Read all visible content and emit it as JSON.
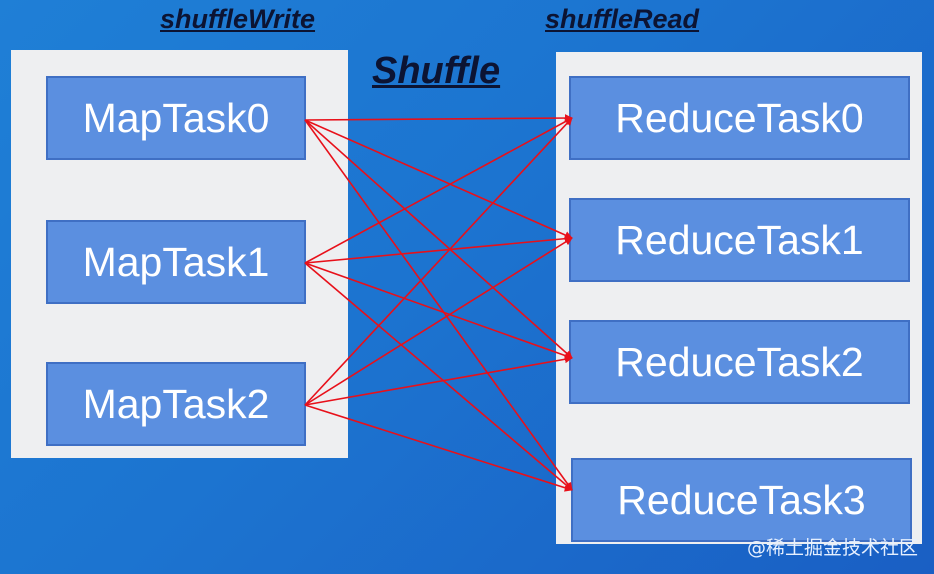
{
  "headings": {
    "write": "shuffleWrite",
    "read": "shuffleRead",
    "shuffle": "Shuffle"
  },
  "map_tasks": [
    "MapTask0",
    "MapTask1",
    "MapTask2"
  ],
  "reduce_tasks": [
    "ReduceTask0",
    "ReduceTask1",
    "ReduceTask2",
    "ReduceTask3"
  ],
  "edges": "all-to-all",
  "colors": {
    "background": "#1c74d0",
    "panel": "#eeeff1",
    "task_box": "#5b8fe0",
    "arrow": "#e8101a"
  },
  "watermark": "@稀土掘金技术社区"
}
